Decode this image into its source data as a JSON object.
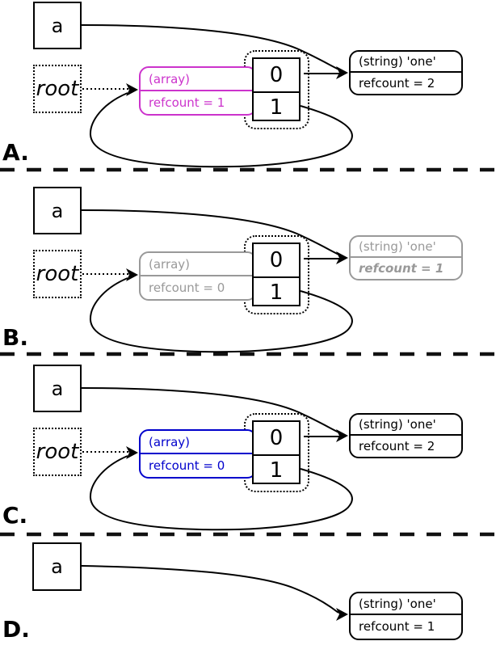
{
  "colors": {
    "array_highlight_panel_a": "#cc33cc",
    "array_highlight_panel_c": "#0000cc",
    "dimmed_gray": "#999999",
    "line_black": "#000000"
  },
  "panels": [
    {
      "label": "A.",
      "var": "a",
      "root": "root",
      "array_type": "(array)",
      "array_refcount": "refcount = 1",
      "cell_top": "0",
      "cell_bottom": "1",
      "string_type": "(string) 'one'",
      "string_refcount": "refcount = 2"
    },
    {
      "label": "B.",
      "var": "a",
      "root": "root",
      "array_type": "(array)",
      "array_refcount": "refcount = 0",
      "cell_top": "0",
      "cell_bottom": "1",
      "string_type": "(string) 'one'",
      "string_refcount": "refcount = 1"
    },
    {
      "label": "C.",
      "var": "a",
      "root": "root",
      "array_type": "(array)",
      "array_refcount": "refcount = 0",
      "cell_top": "0",
      "cell_bottom": "1",
      "string_type": "(string) 'one'",
      "string_refcount": "refcount = 2"
    },
    {
      "label": "D.",
      "var": "a",
      "string_type": "(string) 'one'",
      "string_refcount": "refcount = 1"
    }
  ]
}
